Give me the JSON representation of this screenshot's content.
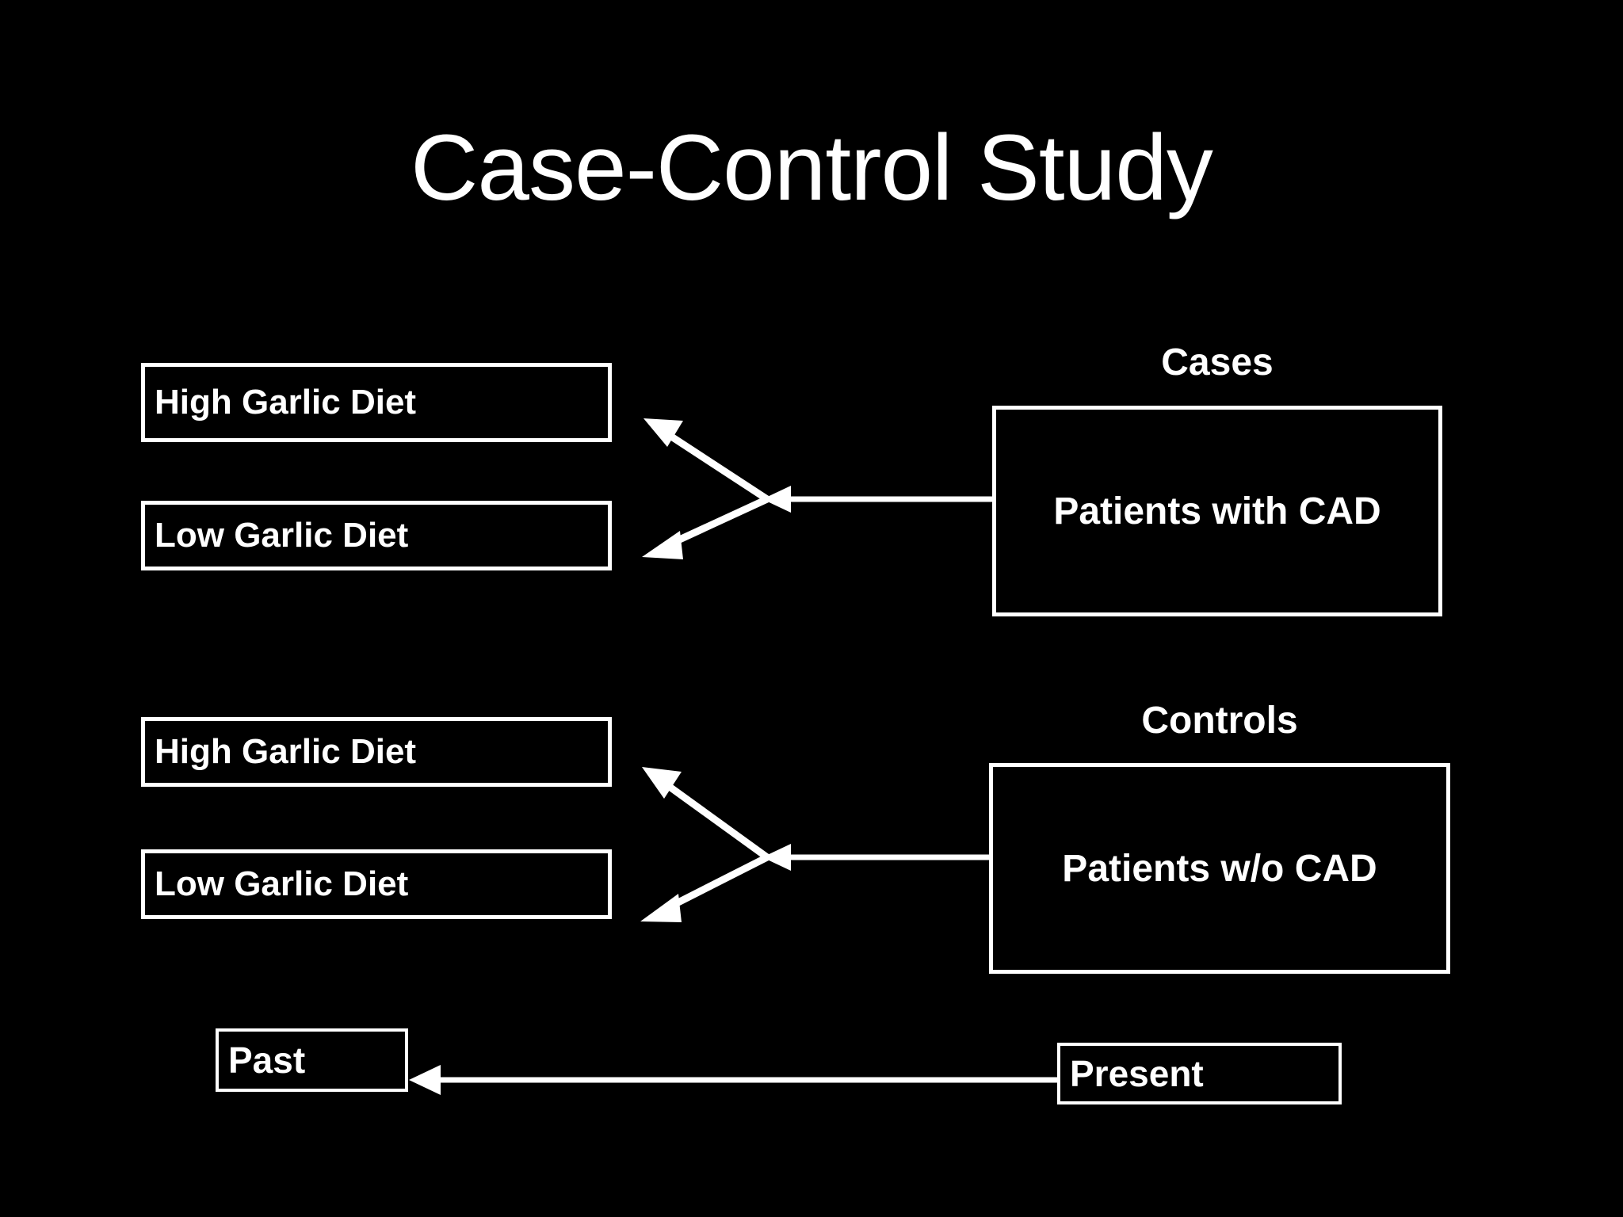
{
  "slide": {
    "title": "Case-Control Study",
    "background_color": "#000000",
    "foreground_color": "#ffffff"
  },
  "cases_group": {
    "label": "Cases",
    "population_box": "Patients with CAD",
    "exposures": [
      {
        "label": "High Garlic Diet"
      },
      {
        "label": "Low Garlic Diet"
      }
    ]
  },
  "controls_group": {
    "label": "Controls",
    "population_box": "Patients w/o CAD",
    "exposures": [
      {
        "label": "High Garlic Diet"
      },
      {
        "label": "Low Garlic Diet"
      }
    ]
  },
  "timeline": {
    "past_label": "Past",
    "present_label": "Present"
  }
}
